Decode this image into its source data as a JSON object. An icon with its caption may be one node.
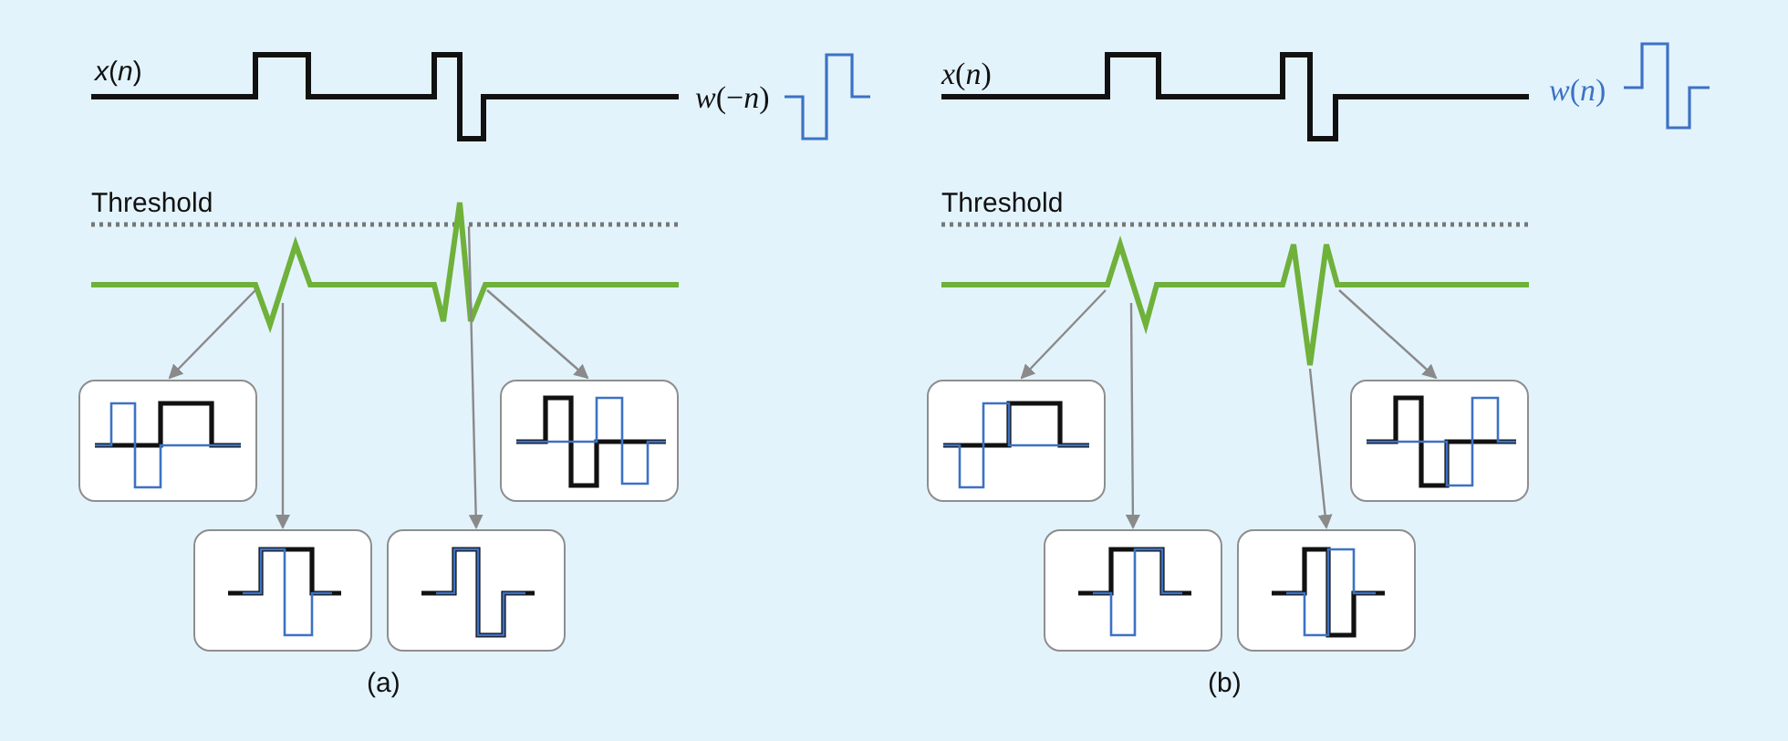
{
  "diagram": {
    "nodes": [
      {
        "text": [],
        "shape": "box"
      },
      {
        "text": [],
        "shape": "box"
      },
      {
        "text": [],
        "shape": "box"
      },
      {
        "text": [],
        "shape": "box"
      },
      {
        "text": [],
        "shape": "box"
      },
      {
        "text": [],
        "shape": "box"
      },
      {
        "text": [],
        "shape": "box"
      },
      {
        "text": [],
        "shape": "box"
      }
    ],
    "edges": [
      {
        "from": null,
        "to": 0,
        "arrow": "to"
      },
      {
        "from": null,
        "to": 2,
        "arrow": "to"
      },
      {
        "from": null,
        "to": 3,
        "arrow": "to"
      },
      {
        "from": null,
        "to": 1,
        "arrow": "to"
      },
      {
        "from": null,
        "to": 4,
        "arrow": "to"
      },
      {
        "from": null,
        "to": 6,
        "arrow": "to"
      },
      {
        "from": null,
        "to": 7,
        "arrow": "to"
      },
      {
        "from": null,
        "to": 5,
        "arrow": "to"
      }
    ],
    "labels": [
      "*x*(*n*)",
      "*w*(−*n*)",
      "Threshold",
      "(a)",
      "*x*(*n*)",
      "*w*(*n*)",
      "Threshold",
      "(b)"
    ]
  }
}
